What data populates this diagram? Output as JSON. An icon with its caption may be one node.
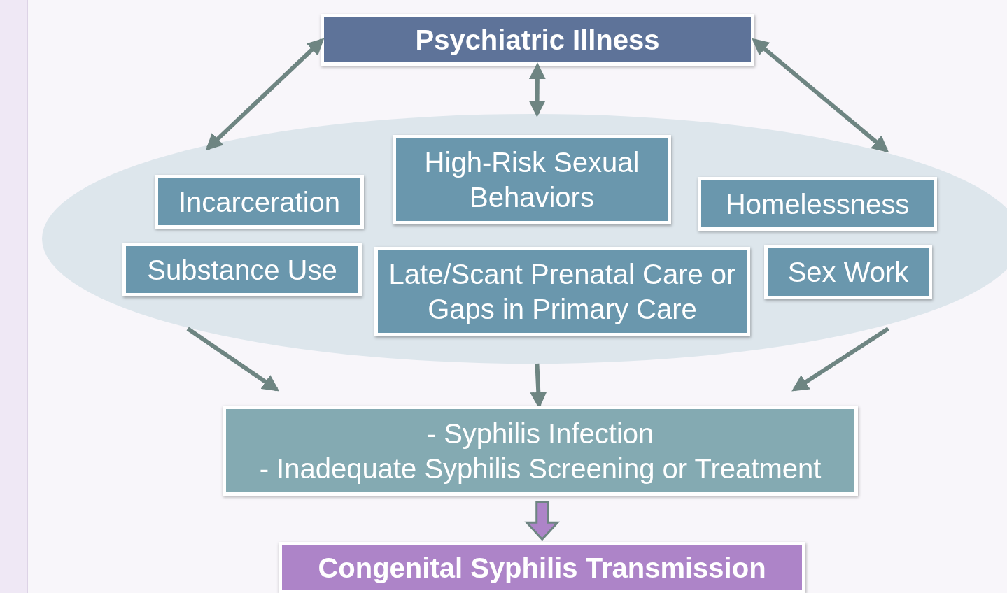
{
  "diagram": {
    "nodes": [
      {
        "text": [
          "Psychiatric Illness"
        ]
      },
      {
        "text": [],
        "shape": "ellipse"
      },
      {
        "text": [
          "Incarceration"
        ],
        "in": 1
      },
      {
        "text": [
          "High-Risk Sexual Behaviors"
        ],
        "in": 1
      },
      {
        "text": [
          "Homelessness"
        ],
        "in": 1
      },
      {
        "text": [
          "Substance Use"
        ],
        "in": 1
      },
      {
        "text": [
          "Late/Scant Prenatal Care or Gaps in Primary Care"
        ],
        "in": 1
      },
      {
        "text": [
          "Sex Work"
        ],
        "in": 1
      },
      {
        "text": [
          "- Syphilis Infection",
          "- Inadequate Syphilis Screening or Treatment"
        ]
      },
      {
        "text": [
          "Congenital Syphilis Transmission"
        ]
      }
    ],
    "edges": [
      {
        "from": 0,
        "to": 1,
        "arrow": "both"
      },
      {
        "from": 0,
        "to": 1,
        "arrow": "both"
      },
      {
        "from": 0,
        "to": 1,
        "arrow": "both"
      },
      {
        "from": 1,
        "to": 8,
        "arrow": "to"
      },
      {
        "from": 1,
        "to": 8,
        "arrow": "to"
      },
      {
        "from": 1,
        "to": 8,
        "arrow": "to"
      },
      {
        "from": 8,
        "to": 9,
        "arrow": "to",
        "color": "#ad84c8"
      }
    ]
  }
}
